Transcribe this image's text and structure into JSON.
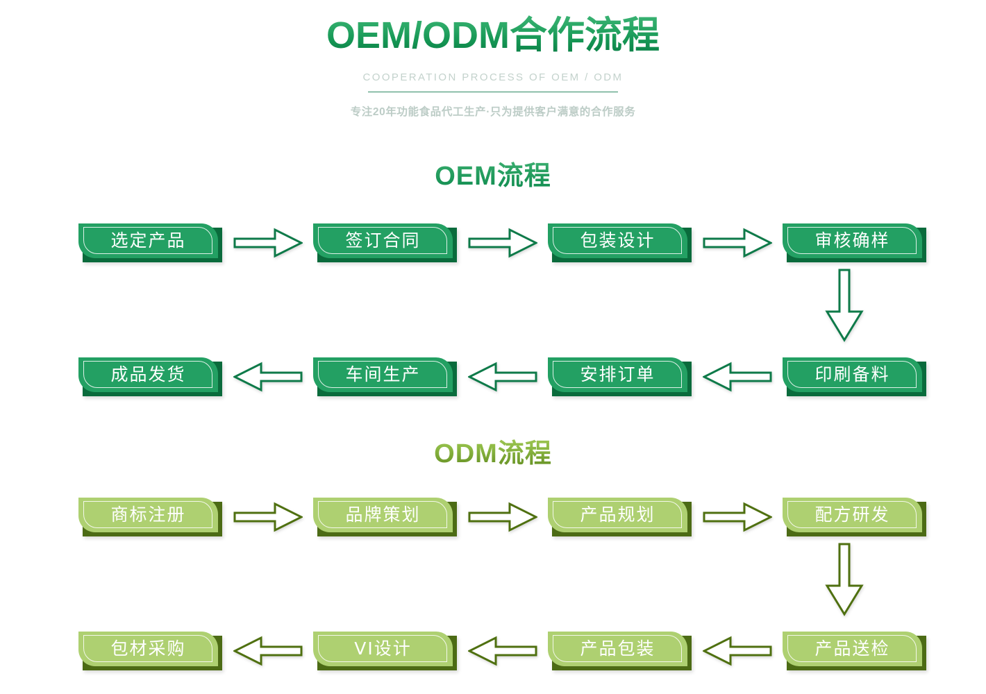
{
  "header": {
    "main_title": "OEM/ODM合作流程",
    "sub_en": "COOPERATION PROCESS OF OEM / ODM",
    "sub_cn": "专注20年功能食品代工生产·只为提供客户满意的合作服务"
  },
  "colors": {
    "oem_accent": "#23a063",
    "oem_dark": "#0a6b3c",
    "odm_accent": "#aed071",
    "odm_dark": "#4c6b15",
    "arrow_oem_stroke": "#0e7a49",
    "arrow_odm_stroke": "#4f7010",
    "title_green": "#159654",
    "sub_text": "#c3d2cc"
  },
  "sections": [
    {
      "id": "oem",
      "title": "OEM流程",
      "row1": [
        {
          "label": "选定产品"
        },
        {
          "label": "签订合同"
        },
        {
          "label": "包装设计"
        },
        {
          "label": "审核确样"
        }
      ],
      "row2": [
        {
          "label": "成品发货"
        },
        {
          "label": "车间生产"
        },
        {
          "label": "安排订单"
        },
        {
          "label": "印刷备料"
        }
      ]
    },
    {
      "id": "odm",
      "title": "ODM流程",
      "row1": [
        {
          "label": "商标注册"
        },
        {
          "label": "品牌策划"
        },
        {
          "label": "产品规划"
        },
        {
          "label": "配方研发"
        }
      ],
      "row2": [
        {
          "label": "包材采购"
        },
        {
          "label": "VI设计"
        },
        {
          "label": "产品包装"
        },
        {
          "label": "产品送检"
        }
      ]
    }
  ],
  "icons": {
    "arrow_right": "arrow-right-icon",
    "arrow_left": "arrow-left-icon",
    "arrow_down": "arrow-down-icon"
  }
}
